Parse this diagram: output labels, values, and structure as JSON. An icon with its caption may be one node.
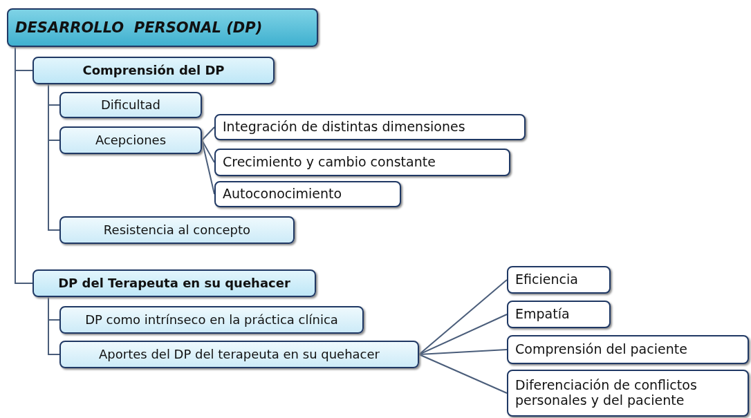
{
  "diagram": {
    "nodes": [
      {
        "text": [
          "DESARROLLO  PERSONAL (DP)"
        ]
      },
      {
        "text": [
          "Comprensión del DP"
        ]
      },
      {
        "text": [
          "Dificultad"
        ]
      },
      {
        "text": [
          "Acepciones"
        ]
      },
      {
        "text": [
          "Integración de distintas dimensiones"
        ]
      },
      {
        "text": [
          "Crecimiento y cambio constante"
        ]
      },
      {
        "text": [
          "Autoconocimiento"
        ]
      },
      {
        "text": [
          "Resistencia al concepto"
        ]
      },
      {
        "text": [
          "DP del Terapeuta en su quehacer"
        ]
      },
      {
        "text": [
          "DP como intrínseco en la práctica clínica"
        ]
      },
      {
        "text": [
          "Aportes del DP del terapeuta en su quehacer"
        ]
      },
      {
        "text": [
          "Eficiencia"
        ]
      },
      {
        "text": [
          "Empatía"
        ]
      },
      {
        "text": [
          "Comprensión del paciente"
        ]
      },
      {
        "text": [
          "Diferenciación de conflictos personales y del paciente"
        ]
      }
    ],
    "edges": [
      {
        "from": 0,
        "to": 1,
        "arrow": "none"
      },
      {
        "from": 1,
        "to": 2,
        "arrow": "none"
      },
      {
        "from": 1,
        "to": 3,
        "arrow": "none"
      },
      {
        "from": 3,
        "to": 4,
        "arrow": "none"
      },
      {
        "from": 3,
        "to": 5,
        "arrow": "none"
      },
      {
        "from": 3,
        "to": 6,
        "arrow": "none"
      },
      {
        "from": 1,
        "to": 7,
        "arrow": "none"
      },
      {
        "from": 0,
        "to": 8,
        "arrow": "none"
      },
      {
        "from": 8,
        "to": 9,
        "arrow": "none"
      },
      {
        "from": 8,
        "to": 10,
        "arrow": "none"
      },
      {
        "from": 10,
        "to": 11,
        "arrow": "none"
      },
      {
        "from": 10,
        "to": 12,
        "arrow": "none"
      },
      {
        "from": 10,
        "to": 13,
        "arrow": "none"
      },
      {
        "from": 10,
        "to": 14,
        "arrow": "none"
      }
    ]
  }
}
